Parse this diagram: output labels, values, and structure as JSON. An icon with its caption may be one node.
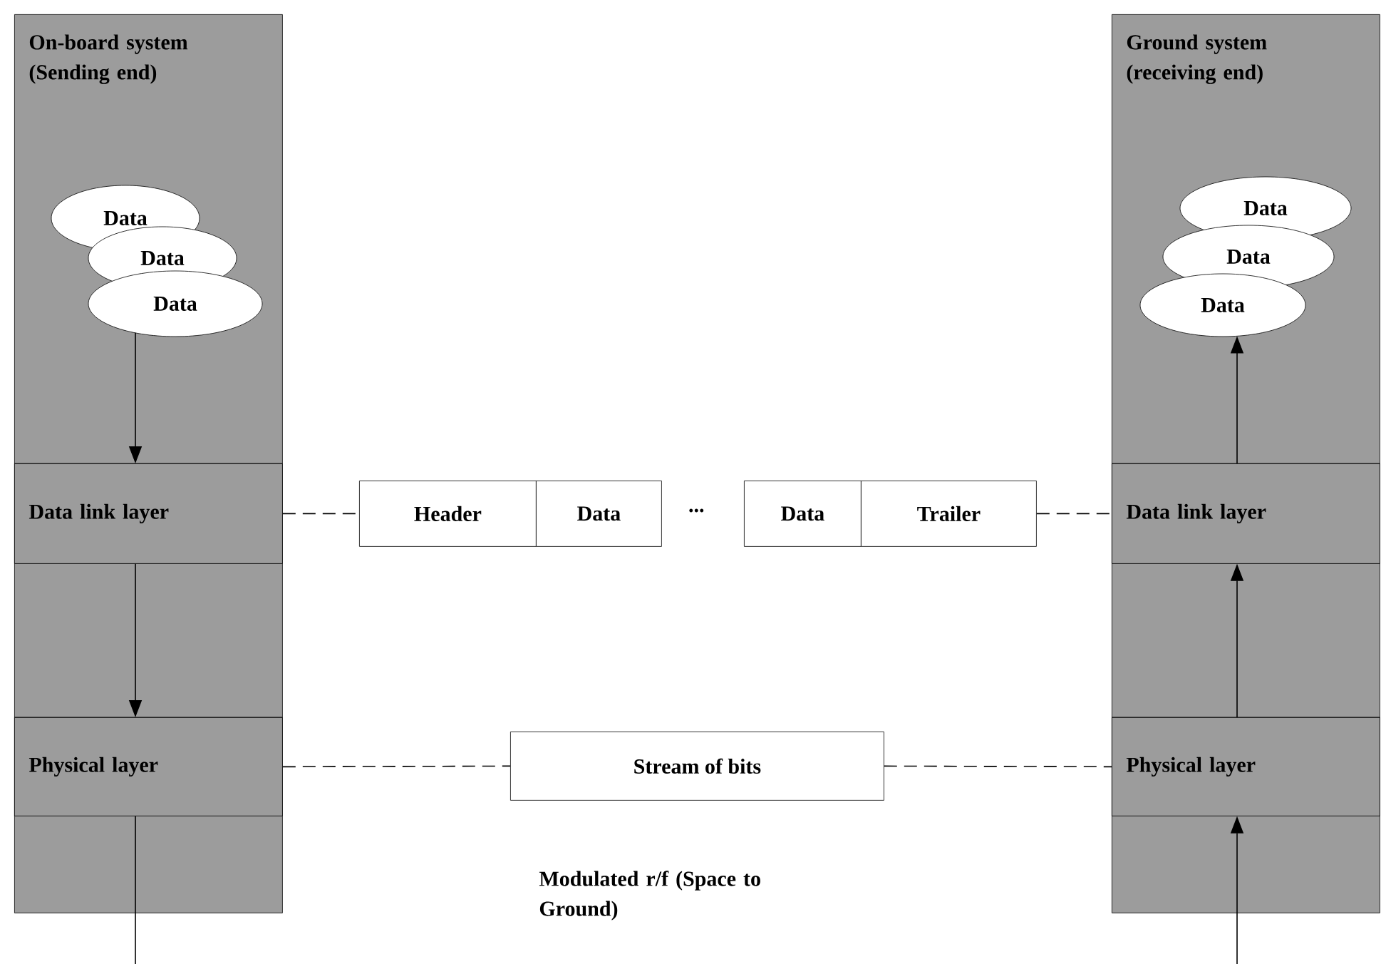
{
  "diagram": {
    "nodes": [
      {
        "text": [
          "On-board system (Sending end)"
        ]
      },
      {
        "text": [
          "Data"
        ],
        "in": 0
      },
      {
        "text": [
          "Data"
        ],
        "in": 0
      },
      {
        "text": [
          "Data"
        ],
        "in": 0
      },
      {
        "text": [
          "Data link layer"
        ],
        "in": 0
      },
      {
        "text": [
          "Physical layer"
        ],
        "in": 0
      },
      {
        "text": [
          "Ground system (receiving end)"
        ]
      },
      {
        "text": [
          "Data"
        ],
        "in": 6
      },
      {
        "text": [
          "Data"
        ],
        "in": 6
      },
      {
        "text": [
          "Data"
        ],
        "in": 6
      },
      {
        "text": [
          "Data link layer"
        ],
        "in": 6
      },
      {
        "text": [
          "Physical layer"
        ],
        "in": 6
      },
      {
        "text": [
          "Header"
        ]
      },
      {
        "text": [
          "Data"
        ]
      },
      {
        "text": [
          "Data"
        ]
      },
      {
        "text": [
          "Trailer"
        ]
      },
      {
        "text": [
          "Stream of bits"
        ]
      }
    ],
    "edges": [
      {
        "from": 3,
        "to": 4,
        "arrow": "to"
      },
      {
        "from": 4,
        "to": 5,
        "arrow": "to"
      },
      {
        "from": 5,
        "to": null,
        "arrow": "none"
      },
      {
        "from": null,
        "to": 11,
        "arrow": "to"
      },
      {
        "from": 11,
        "to": 10,
        "arrow": "to"
      },
      {
        "from": 10,
        "to": 9,
        "arrow": "to"
      },
      {
        "from": 4,
        "to": 12,
        "arrow": "none",
        "style": "dashed"
      },
      {
        "from": 15,
        "to": 10,
        "arrow": "none",
        "style": "dashed"
      },
      {
        "from": 5,
        "to": 16,
        "arrow": "none",
        "style": "dashed"
      },
      {
        "from": 16,
        "to": 11,
        "arrow": "none",
        "style": "dashed"
      }
    ],
    "labels": [
      "...",
      "Modulated r/f (Space to Ground)"
    ]
  }
}
